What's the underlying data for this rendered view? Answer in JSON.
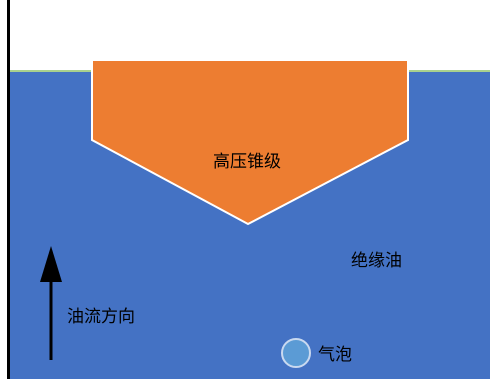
{
  "labels": {
    "cone": "高压锥级",
    "oil": "绝缘油",
    "flow_direction": "油流方向",
    "bubble": "气泡"
  },
  "colors": {
    "oil": "#4472C4",
    "cone": "#ED7D31",
    "cone_outline": "#FFFFFF",
    "surface_line": "#A9D18E",
    "wall": "#000000",
    "arrow": "#000000",
    "bubble_fill": "#5B9BD5",
    "bubble_outline": "#C9D9F0"
  }
}
